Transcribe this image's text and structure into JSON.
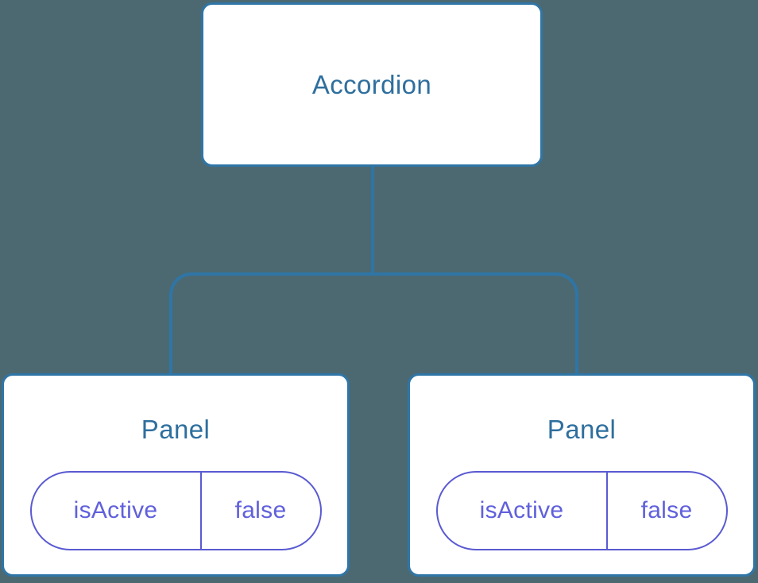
{
  "colors": {
    "background": "#4C6972",
    "node-bg": "#FFFFFF",
    "node-border": "#2F75A6",
    "node-label": "#2E6F9E",
    "connector": "#2F75A6",
    "state-border": "#5A5AD2",
    "state-text": "#6060DC"
  },
  "tree": {
    "root": {
      "label": "Accordion"
    },
    "children": [
      {
        "label": "Panel",
        "state": {
          "key": "isActive",
          "value": "false"
        }
      },
      {
        "label": "Panel",
        "state": {
          "key": "isActive",
          "value": "false"
        }
      }
    ]
  }
}
